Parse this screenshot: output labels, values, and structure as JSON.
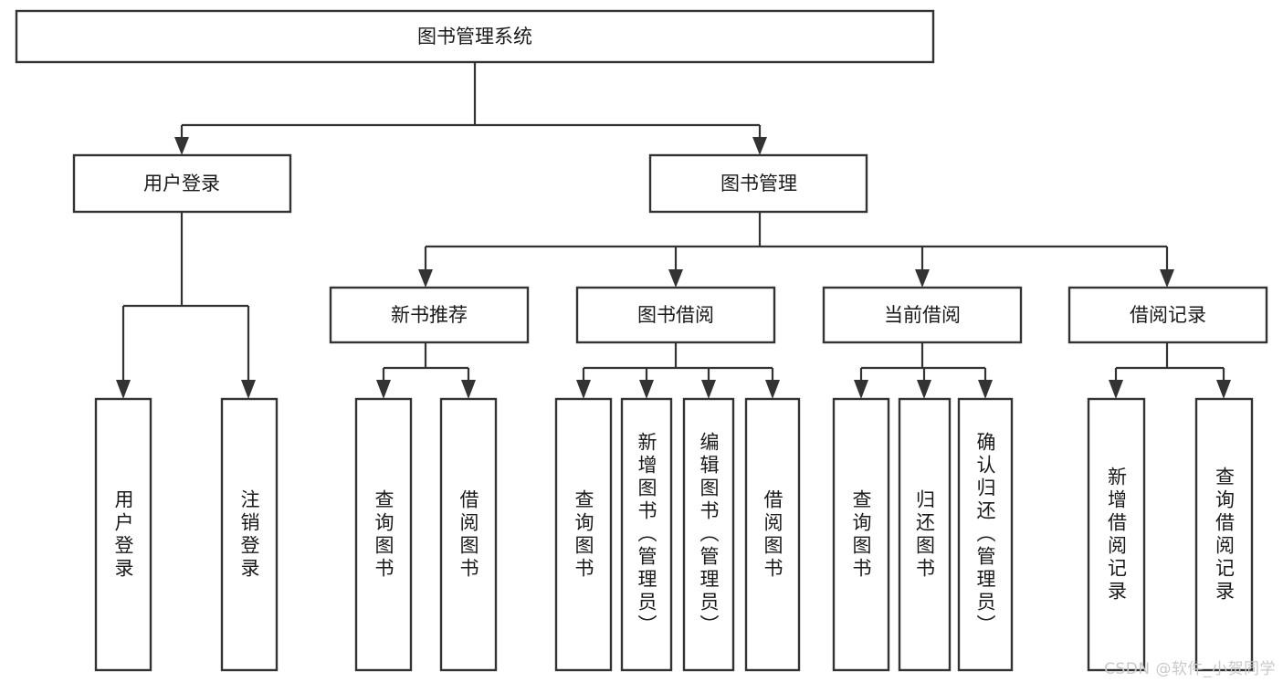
{
  "diagram": {
    "title": "图书管理系统",
    "type": "hierarchy-tree",
    "watermark": "CSDN @软件_小贺同学",
    "colors": {
      "box_stroke": "#333333",
      "box_fill": "#ffffff",
      "text": "#1a1a1a",
      "connector": "#333333",
      "background": "#ffffff",
      "watermark": "#c9c9c9"
    },
    "levels": {
      "root": "图书管理系统",
      "level2": [
        "用户登录",
        "图书管理"
      ],
      "level3": [
        "新书推荐",
        "图书借阅",
        "当前借阅",
        "借阅记录"
      ]
    },
    "nodes": {
      "root": {
        "label": "图书管理系统",
        "orientation": "horizontal"
      },
      "n_user_login": {
        "label": "用户登录",
        "orientation": "horizontal"
      },
      "n_book_mgmt": {
        "label": "图书管理",
        "orientation": "horizontal"
      },
      "n_new_book_rec": {
        "label": "新书推荐",
        "orientation": "horizontal"
      },
      "n_book_borrow": {
        "label": "图书借阅",
        "orientation": "horizontal"
      },
      "n_current_borrow": {
        "label": "当前借阅",
        "orientation": "horizontal"
      },
      "n_borrow_record": {
        "label": "借阅记录",
        "orientation": "horizontal"
      },
      "leaf_user_login": {
        "label": "用户登录",
        "orientation": "vertical"
      },
      "leaf_logout": {
        "label": "注销登录",
        "orientation": "vertical"
      },
      "leaf_query_book_1": {
        "label": "查询图书",
        "orientation": "vertical"
      },
      "leaf_borrow_book_1": {
        "label": "借阅图书",
        "orientation": "vertical"
      },
      "leaf_query_book_2": {
        "label": "查询图书",
        "orientation": "vertical"
      },
      "leaf_add_book": {
        "label": "新增图书（管理员）",
        "orientation": "vertical"
      },
      "leaf_edit_book": {
        "label": "编辑图书（管理员）",
        "orientation": "vertical"
      },
      "leaf_borrow_book_2": {
        "label": "借阅图书",
        "orientation": "vertical"
      },
      "leaf_query_book_3": {
        "label": "查询图书",
        "orientation": "vertical"
      },
      "leaf_return_book": {
        "label": "归还图书",
        "orientation": "vertical"
      },
      "leaf_confirm_return": {
        "label": "确认归还（管理员）",
        "orientation": "vertical"
      },
      "leaf_add_record": {
        "label": "新增借阅记录",
        "orientation": "vertical"
      },
      "leaf_query_record": {
        "label": "查询借阅记录",
        "orientation": "vertical"
      }
    },
    "edges": [
      {
        "from": "root",
        "to": "n_user_login"
      },
      {
        "from": "root",
        "to": "n_book_mgmt"
      },
      {
        "from": "n_user_login",
        "to": "leaf_user_login"
      },
      {
        "from": "n_user_login",
        "to": "leaf_logout"
      },
      {
        "from": "n_book_mgmt",
        "to": "n_new_book_rec"
      },
      {
        "from": "n_book_mgmt",
        "to": "n_book_borrow"
      },
      {
        "from": "n_book_mgmt",
        "to": "n_current_borrow"
      },
      {
        "from": "n_book_mgmt",
        "to": "n_borrow_record"
      },
      {
        "from": "n_new_book_rec",
        "to": "leaf_query_book_1"
      },
      {
        "from": "n_new_book_rec",
        "to": "leaf_borrow_book_1"
      },
      {
        "from": "n_book_borrow",
        "to": "leaf_query_book_2"
      },
      {
        "from": "n_book_borrow",
        "to": "leaf_add_book"
      },
      {
        "from": "n_book_borrow",
        "to": "leaf_edit_book"
      },
      {
        "from": "n_book_borrow",
        "to": "leaf_borrow_book_2"
      },
      {
        "from": "n_current_borrow",
        "to": "leaf_query_book_3"
      },
      {
        "from": "n_current_borrow",
        "to": "leaf_return_book"
      },
      {
        "from": "n_current_borrow",
        "to": "leaf_confirm_return"
      },
      {
        "from": "n_borrow_record",
        "to": "leaf_add_record"
      },
      {
        "from": "n_borrow_record",
        "to": "leaf_query_record"
      }
    ]
  }
}
